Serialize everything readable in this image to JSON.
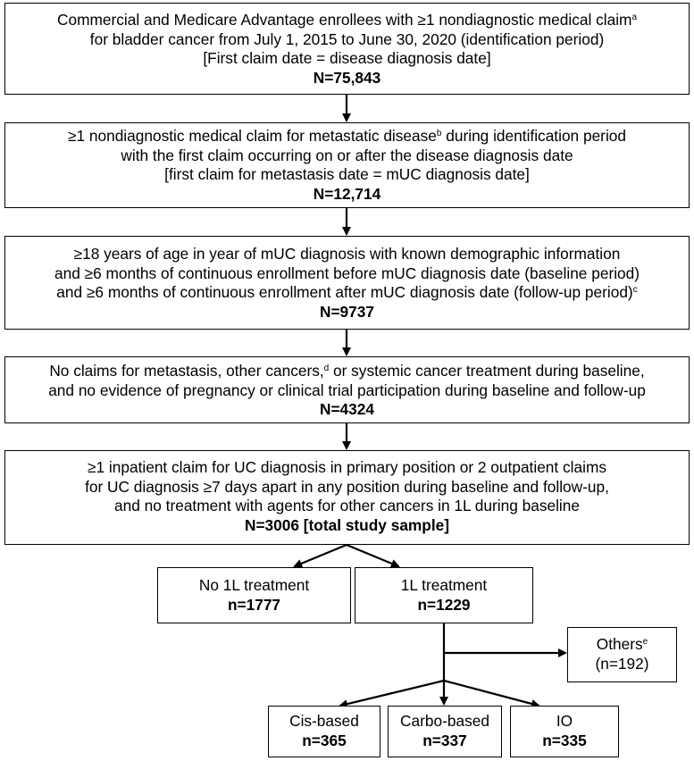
{
  "boxes": {
    "identification": {
      "lines": [
        "Commercial and Medicare Advantage enrollees with ≥1 nondiagnostic medical claim",
        "for bladder cancer from July 1, 2015 to June 30, 2020 (identification period)",
        "[First claim date = disease diagnosis date]"
      ],
      "sup1": "a",
      "count": "N=75,843"
    },
    "metastatic": {
      "line1": "≥1 nondiagnostic medical claim for metastatic disease",
      "sup1": "b",
      "line1_rest": " during identification period",
      "line2": "with the first claim occurring on or after the disease diagnosis date",
      "line3": "[first claim for metastasis date = mUC diagnosis date]",
      "count": "N=12,714"
    },
    "enrollment": {
      "line1": "≥18 years of age in year of mUC diagnosis with known demographic information",
      "line2": "and ≥6 months of continuous enrollment before mUC diagnosis date (baseline period)",
      "line3": "and ≥6 months of continuous enrollment after mUC diagnosis date (follow-up period)",
      "sup3": "c",
      "count": "N=9737"
    },
    "exclusions": {
      "line1_a": "No claims for metastasis, other cancers,",
      "sup1": "d",
      "line1_b": " or systemic cancer treatment during baseline,",
      "line2": "and no evidence of pregnancy or clinical trial participation during baseline and follow-up",
      "count": "N=4324"
    },
    "uc_diagnosis": {
      "line1": "≥1 inpatient claim for UC diagnosis in primary position or 2 outpatient claims",
      "line2": "for UC diagnosis ≥7 days apart in any position during baseline and follow-up,",
      "line3": "and no treatment with agents for other cancers in 1L during baseline",
      "count": "N=3006 [total study sample]"
    },
    "no_1l": {
      "label": "No 1L treatment",
      "count": "n=1777"
    },
    "yes_1l": {
      "label": "1L treatment",
      "count": "n=1229"
    },
    "others": {
      "label": "Others",
      "sup": "e",
      "count": "(n=192)"
    },
    "cis": {
      "label": "Cis-based",
      "count": "n=365"
    },
    "carbo": {
      "label": "Carbo-based",
      "count": "n=337"
    },
    "io": {
      "label": "IO",
      "count": "n=335"
    }
  }
}
